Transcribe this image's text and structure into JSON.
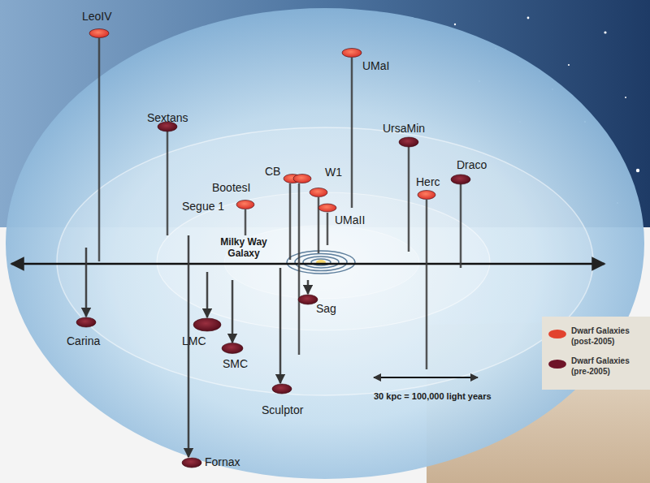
{
  "diagram": {
    "labels": [
      "LeoIV",
      "UMaI",
      "Sextans",
      "UrsaMin",
      "Draco",
      "CB",
      "W1",
      "BootesI",
      "Herc",
      "Segue 1",
      "UMaII",
      "Milky Way Galaxy",
      "Sag",
      "Carina",
      "LMC",
      "SMC",
      "Sculptor",
      "30 kpc = 100,000 light years",
      "Fornax"
    ],
    "legend": [
      {
        "text": "Dwarf Galaxies (post-2005)",
        "color": "#e2432f"
      },
      {
        "text": "Dwarf Galaxies (pre-2005)",
        "color": "#6e1428"
      }
    ]
  }
}
